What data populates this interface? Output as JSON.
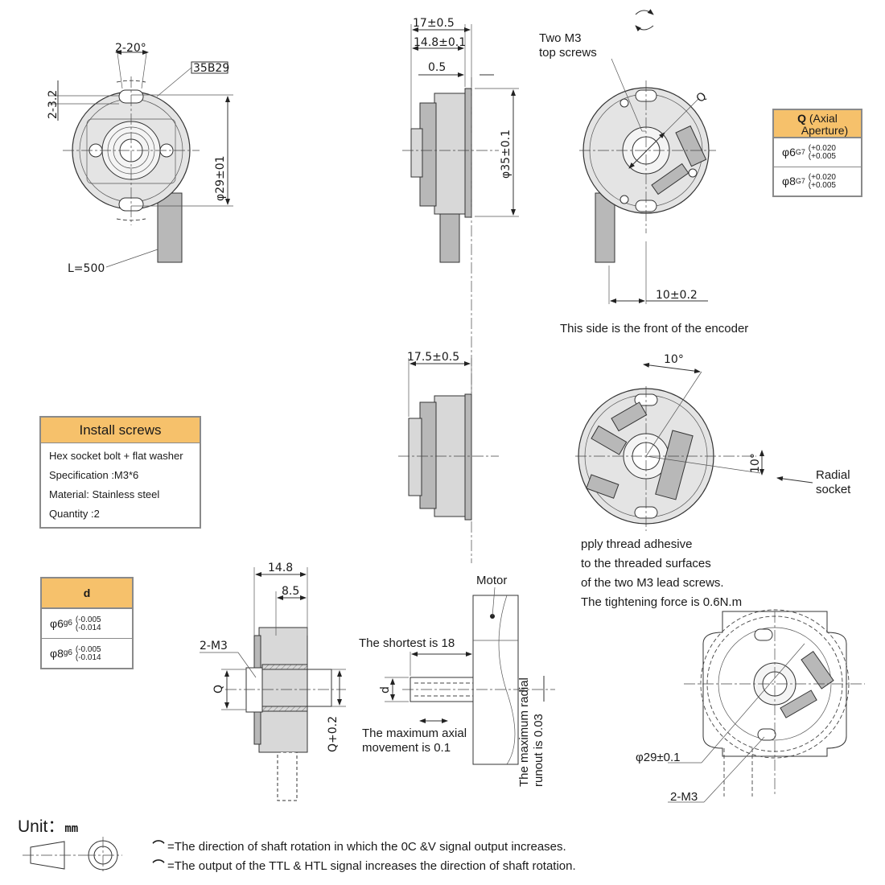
{
  "dimensions": {
    "front_tl": {
      "angle_2_20": "2-20°",
      "offset_2_3_2": "2-3.2",
      "tag": "35B29",
      "dia_29": "φ29±01",
      "cable_length": "L=500"
    },
    "side_top": {
      "w17": "17±0.5",
      "w14_8": "14.8±0.1",
      "w0_5": "0.5",
      "dia_35": "φ35±0.1"
    },
    "front_tr": {
      "two_m3": "Two M3",
      "top_screws": "top screws",
      "q_label": "Q",
      "w10": "10±0.2",
      "front_note": "This side is the front of the encoder"
    },
    "side_mid": {
      "w17_5": "17.5±0.5"
    },
    "radial_view": {
      "angle_top": "10°",
      "angle_side": "10°",
      "radial": "Radial",
      "socket": "socket"
    },
    "install_steps": [
      "pply thread adhesive",
      "to the threaded surfaces",
      "of the two M3 lead screws.",
      "The tightening force is 0.6N.m"
    ],
    "shaft_section": {
      "w14_8": "14.8",
      "w8_5": "8.5",
      "m3": "2-M3",
      "q": "Q",
      "q_plus": "Q+0.2"
    },
    "motor_view": {
      "motor": "Motor",
      "shortest": "The shortest is 18",
      "d": "d",
      "axial_1": "The maximum axial",
      "axial_2": "movement is 0.1",
      "radial_1": "The maximum radial",
      "radial_2": "runout is 0.03"
    },
    "mount_view": {
      "dia_29": "φ29±0.1",
      "m3": "2-M3"
    }
  },
  "install_table": {
    "title": "Install screws",
    "rows": [
      "Hex socket bolt + flat washer",
      "Specification :M3*6",
      "Material: Stainless steel",
      "Quantity :2"
    ]
  },
  "q_table": {
    "header_symbol": "Q",
    "header_line1": "(Axial",
    "header_line2": "Aperture)",
    "rows": [
      {
        "size": "φ6",
        "grade": "G7",
        "upper": "(+0.020",
        "lower": "(+0.005"
      },
      {
        "size": "φ8",
        "grade": "G7",
        "upper": "(+0.020",
        "lower": "(+0.005"
      }
    ]
  },
  "d_table": {
    "header": "d",
    "rows": [
      {
        "size": "φ6",
        "grade": "g6",
        "upper": "(-0.005",
        "lower": "(-0.014"
      },
      {
        "size": "φ8",
        "grade": "g6",
        "upper": "(-0.005",
        "lower": "(-0.014"
      }
    ]
  },
  "footer": {
    "unit_label": "Unit：",
    "unit_value": "mm",
    "legend_ccw": "=The direction of shaft rotation in which the 0C &V signal output increases.",
    "legend_cw": "=The output of the TTL & HTL signal increases the direction of shaft rotation."
  }
}
